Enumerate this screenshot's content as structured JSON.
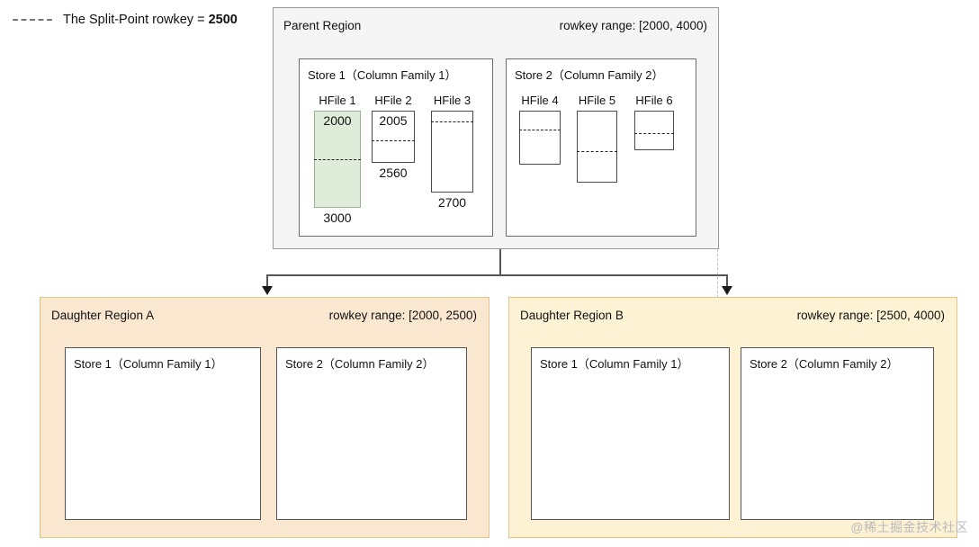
{
  "legend": {
    "prefix": "The Split-Point rowkey = ",
    "value": "2500",
    "dash_icon": "dashed-line-icon"
  },
  "parent_region": {
    "title": "Parent Region",
    "rowkey_range": "rowkey range: [2000, 4000)",
    "stores": [
      {
        "label": "Store 1（Column Family 1）",
        "hfiles": [
          {
            "name": "HFile 1",
            "top_key": "2000",
            "bottom_key": "3000",
            "highlighted": true,
            "split_at_pct": 50
          },
          {
            "name": "HFile 2",
            "top_key": "2005",
            "bottom_key": "2560",
            "highlighted": false,
            "split_at_pct": 58
          },
          {
            "name": "HFile 3",
            "top_key": "",
            "bottom_key": "2700",
            "highlighted": false,
            "split_at_pct": 12
          }
        ]
      },
      {
        "label": "Store 2（Column Family 2）",
        "hfiles": [
          {
            "name": "HFile 4",
            "top_key": "",
            "bottom_key": "",
            "highlighted": false,
            "split_at_pct": 34
          },
          {
            "name": "HFile 5",
            "top_key": "",
            "bottom_key": "",
            "highlighted": false,
            "split_at_pct": 56
          },
          {
            "name": "HFile 6",
            "top_key": "",
            "bottom_key": "",
            "highlighted": false,
            "split_at_pct": 58
          }
        ]
      }
    ]
  },
  "daughter_a": {
    "title": "Daughter Region A",
    "rowkey_range": "rowkey range: [2000, 2500)",
    "stores": [
      {
        "label": "Store 1（Column Family 1）"
      },
      {
        "label": "Store 2（Column Family 2）"
      }
    ]
  },
  "daughter_b": {
    "title": "Daughter Region B",
    "rowkey_range": "rowkey range: [2500, 4000)",
    "stores": [
      {
        "label": "Store 1（Column Family 1）"
      },
      {
        "label": "Store 2（Column Family 2）"
      }
    ]
  },
  "colors": {
    "parent_bg": "#f5f5f5",
    "daughter_a_bg": "#fae7cf",
    "daughter_b_bg": "#fdf3d4",
    "hfile_highlight": "#dfecd9",
    "split_guide": "#c2c2c2"
  },
  "watermark": "@稀土掘金技术社区"
}
